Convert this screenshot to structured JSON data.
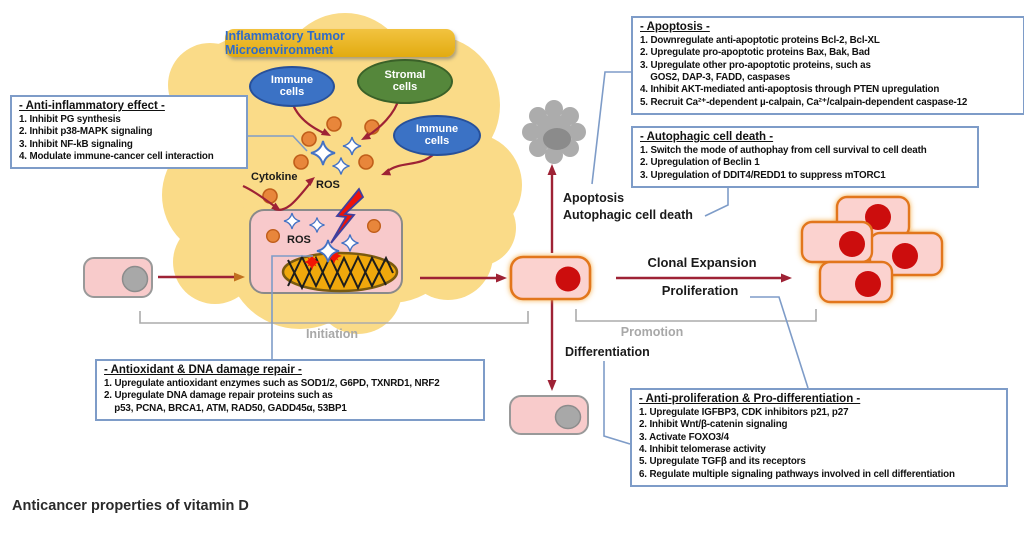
{
  "caption": "Anticancer properties of vitamin D",
  "banner": "Inflammatory Tumor Microenvironment",
  "microenvironment": {
    "immune_cells_1": "Immune\ncells",
    "stromal_cells": "Stromal\ncells",
    "immune_cells_2": "Immune\ncells",
    "cytokine_label": "Cytokine",
    "ros_outer_label": "ROS",
    "ros_inner_label": "ROS"
  },
  "stage_labels": {
    "initiation": "Initiation",
    "promotion": "Promotion",
    "apoptosis": "Apoptosis",
    "autophagic_cell_death": "Autophagic cell death",
    "clonal_expansion": "Clonal Expansion",
    "proliferation": "Proliferation",
    "differentiation": "Differentiation"
  },
  "boxes": {
    "anti_inflammatory": {
      "title": "- Anti-inflammatory effect -",
      "items": [
        "1. Inhibit PG synthesis",
        "2. Inhibit p38-MAPK signaling",
        "3. Inhibit NF-kB signaling",
        "4. Modulate immune-cancer cell interaction"
      ]
    },
    "apoptosis": {
      "title": "- Apoptosis -",
      "items": [
        "1. Downregulate anti-apoptotic proteins Bcl-2, Bcl-XL",
        "2. Upregulate pro-apoptotic proteins Bax, Bak, Bad",
        "3. Upregulate other pro-apoptotic proteins, such as\n    GOS2, DAP-3, FADD, caspases",
        "4. Inhibit AKT-mediated anti-apoptosis through PTEN upregulation",
        "5. Recruit Ca²⁺-dependent µ-calpain, Ca²⁺/calpain-dependent caspase-12"
      ]
    },
    "autophagic": {
      "title": "- Autophagic cell death -",
      "items": [
        "1. Switch the mode of authophay from cell survival to cell death",
        "2. Upregulation of Beclin 1",
        "3. Upregulation of DDIT4/REDD1 to suppress mTORC1"
      ]
    },
    "antioxidant": {
      "title": "- Antioxidant & DNA damage repair -",
      "items": [
        "1. Upregulate antioxidant enzymes such as SOD1/2, G6PD, TXNRD1, NRF2",
        "2. Upregulate DNA damage repair proteins such as\n    p53, PCNA, BRCA1, ATM, RAD50, GADD45α, 53BP1"
      ]
    },
    "anti_proliferation": {
      "title": "- Anti-proliferation & Pro-differentiation -",
      "items": [
        "1. Upregulate IGFBP3, CDK inhibitors p21, p27",
        "2. Inhibit Wnt/β-catenin signaling",
        "3. Activate FOXO3/4",
        "4. Inhibit telomerase activity",
        "5. Upregulate TGFβ and its receptors",
        "6. Regulate multiple signaling pathways involved in cell differentiation"
      ]
    }
  },
  "colors": {
    "cloud_yellow": "#FADB88",
    "banner_gold": "#E9B51F",
    "banner_text_blue": "#2F6BC8",
    "immune_blue": "#3B72C5",
    "stromal_green": "#55873B",
    "cell_pink": "#F8CBCB",
    "tumor_border_orange": "#E2761B",
    "nucleus_red": "#CC0E0E",
    "arrow_dark_red": "#9E2235",
    "connector_blue": "#7E9CC8",
    "bracket_gray": "#A8A8A8",
    "ros_star_blue": "#4472C4",
    "cytokine_dot_orange": "#E8863B"
  }
}
